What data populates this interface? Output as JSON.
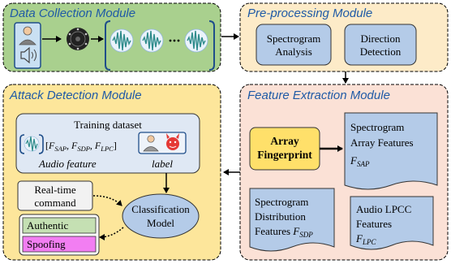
{
  "modules": {
    "data_collection": {
      "title": "Data Collection Module"
    },
    "preprocessing": {
      "title": "Pre-processing Module",
      "box1_line1": "Spectrogram",
      "box1_line2": "Analysis",
      "box2_line1": "Direction",
      "box2_line2": "Detection"
    },
    "feature_extraction": {
      "title": "Feature Extraction Module",
      "fingerprint_line1": "Array",
      "fingerprint_line2": "Fingerprint",
      "saf_line1": "Spectrogram",
      "saf_line2": "Array Features",
      "saf_sym": "F",
      "saf_sub": "SAP",
      "sdf_line1": "Spectrogram",
      "sdf_line2": "Distribution",
      "sdf_line3": "Features",
      "sdf_sym": "F",
      "sdf_sub": "SDP",
      "lpcc_line1": "Audio LPCC",
      "lpcc_line2": "Features",
      "lpcc_sym": "F",
      "lpcc_sub": "LPC"
    },
    "attack_detection": {
      "title": "Attack Detection Module",
      "training_title": "Training dataset",
      "vector_open": "[",
      "vector_f1": "F",
      "vector_s1": "SAP",
      "vector_f2": ", F",
      "vector_s2": "SDP",
      "vector_f3": ", F",
      "vector_s3": "LPC",
      "vector_close": "]",
      "audio_feature_label": "Audio feature",
      "label_label": "label",
      "realtime_line1": "Real-time",
      "realtime_line2": "command",
      "model_line1": "Classification",
      "model_line2": "Model",
      "authentic": "Authentic",
      "spoofing": "Spoofing"
    }
  },
  "colors": {
    "green_module": "#a9d08e",
    "peach_module": "#fdebc8",
    "pink_module": "#fbe1d6",
    "yellow_module": "#fde69b",
    "blue_box": "#b4cbe8",
    "authentic": "#c5e0b3",
    "spoofing": "#f27ef2",
    "fingerprint": "#ffe06a"
  }
}
